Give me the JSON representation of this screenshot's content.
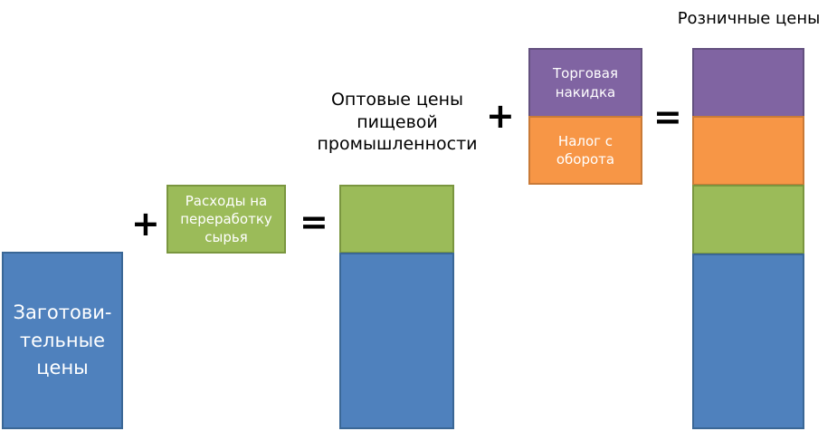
{
  "boxes": {
    "procurement": "Заготови-\nтельные\nцены",
    "processing": "Расходы на\nпереработку\nсырья",
    "markup": "Торговая\nнакидка",
    "turnover_tax": "Налог с\nоборота"
  },
  "labels": {
    "wholesale": "Оптовые цены\nпищевой\nпромышленности",
    "retail": "Розничные цены"
  },
  "operators": {
    "plus": "+",
    "equals": "="
  },
  "colors": {
    "blue": "#4f81bd",
    "green": "#9bbb59",
    "orange": "#f79646",
    "purple": "#8064a2"
  }
}
